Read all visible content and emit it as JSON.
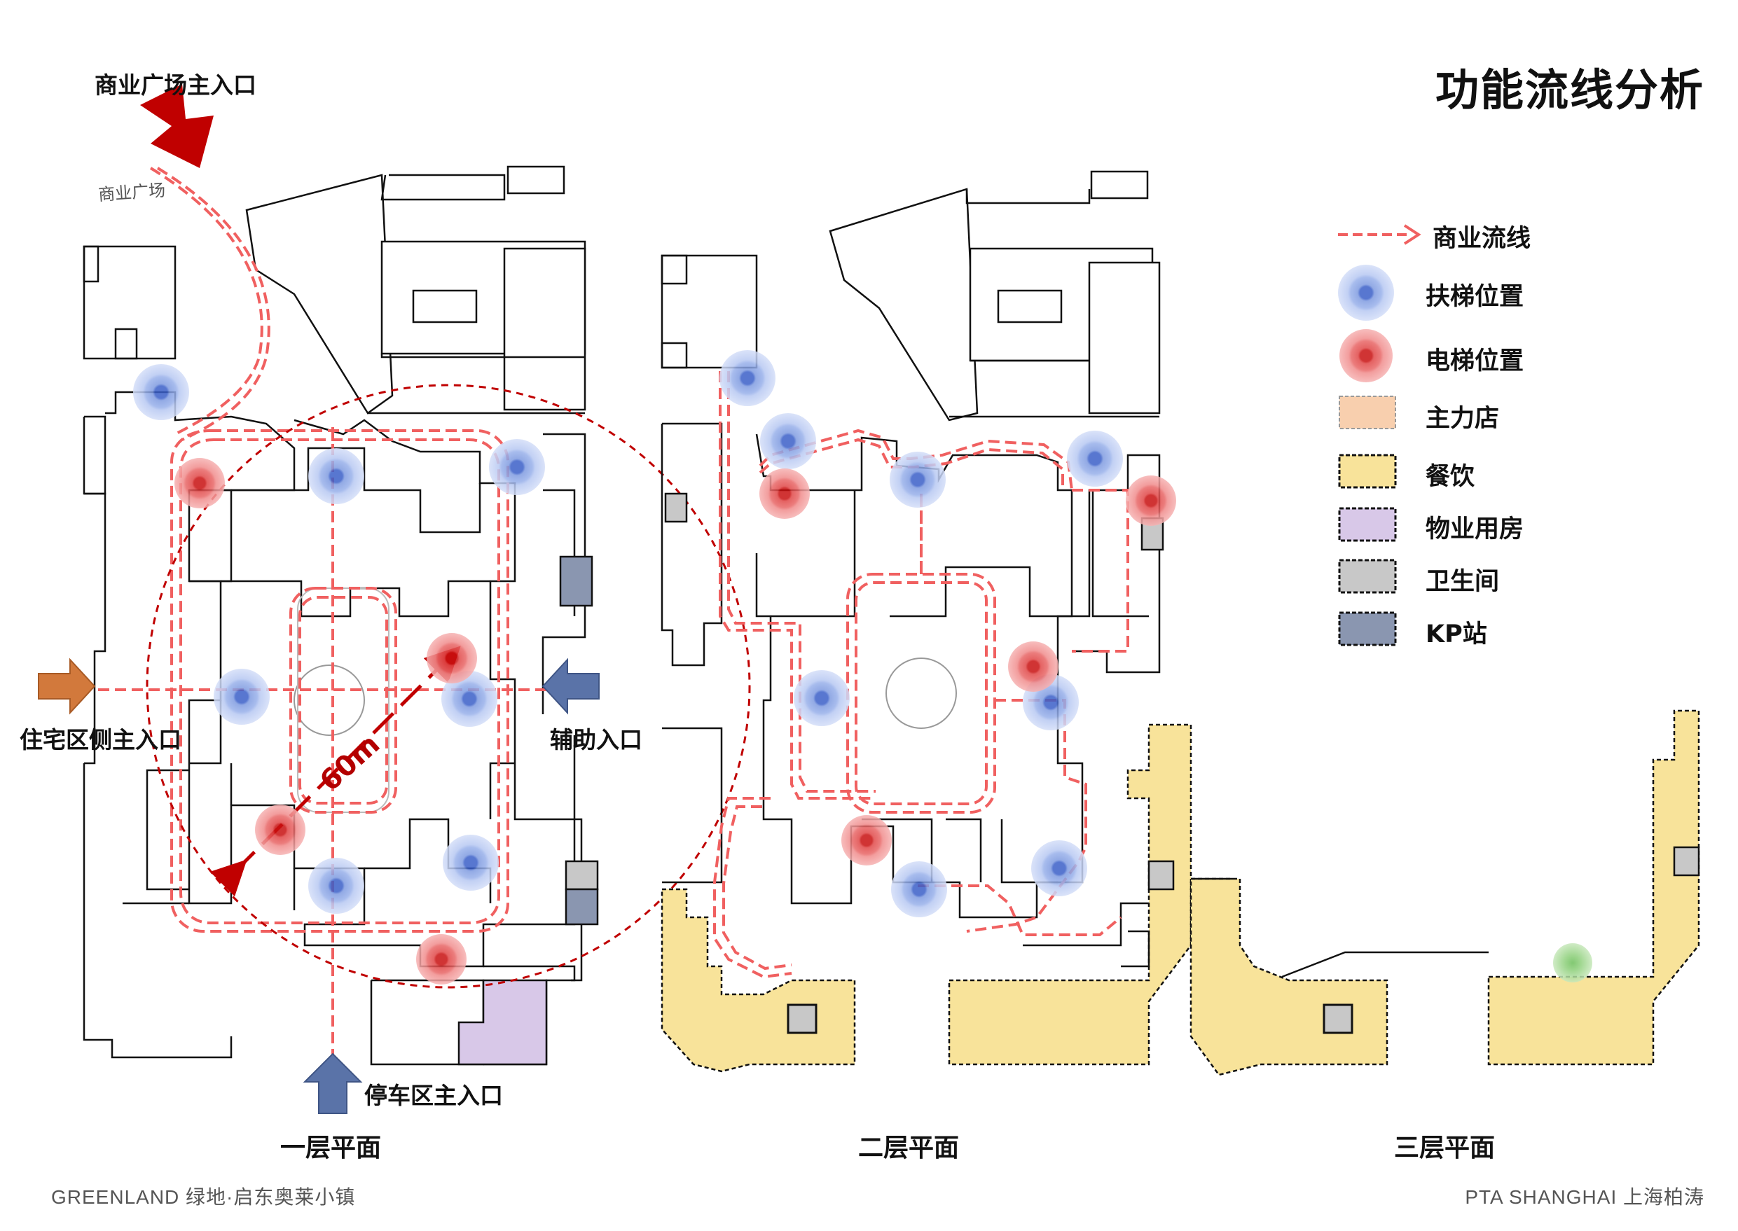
{
  "title": "功能流线分析",
  "entrances": {
    "commercial_plaza": "商业广场主入口",
    "residential": "住宅区侧主入口",
    "auxiliary": "辅助入口",
    "parking": "停车区主入口"
  },
  "site_note": "商业广场",
  "distance_label": "60m",
  "floors": {
    "first": "一层平面",
    "second": "二层平面",
    "third": "三层平面"
  },
  "legend": {
    "flow": "商业流线",
    "escalator": "扶梯位置",
    "elevator": "电梯位置",
    "anchor_store": "主力店",
    "dining": "餐饮",
    "property": "物业用房",
    "restroom": "卫生间",
    "kp_station": "KP站"
  },
  "colors": {
    "flow": "#f06060",
    "escalator": "#6f8fd8",
    "elevator": "#d62828",
    "anchor_store": "#f8cfae",
    "dining": "#f8e39a",
    "property": "#d8c8e8",
    "restroom": "#c8c8c8",
    "kp_station": "#8a96b0",
    "entry_main": "#c00000",
    "entry_side": "#d2793c",
    "entry_aux": "#5a73a8"
  },
  "footer": {
    "left": "GREENLAND 绿地·启东奥莱小镇",
    "right": "PTA SHANGHAI 上海柏涛"
  }
}
